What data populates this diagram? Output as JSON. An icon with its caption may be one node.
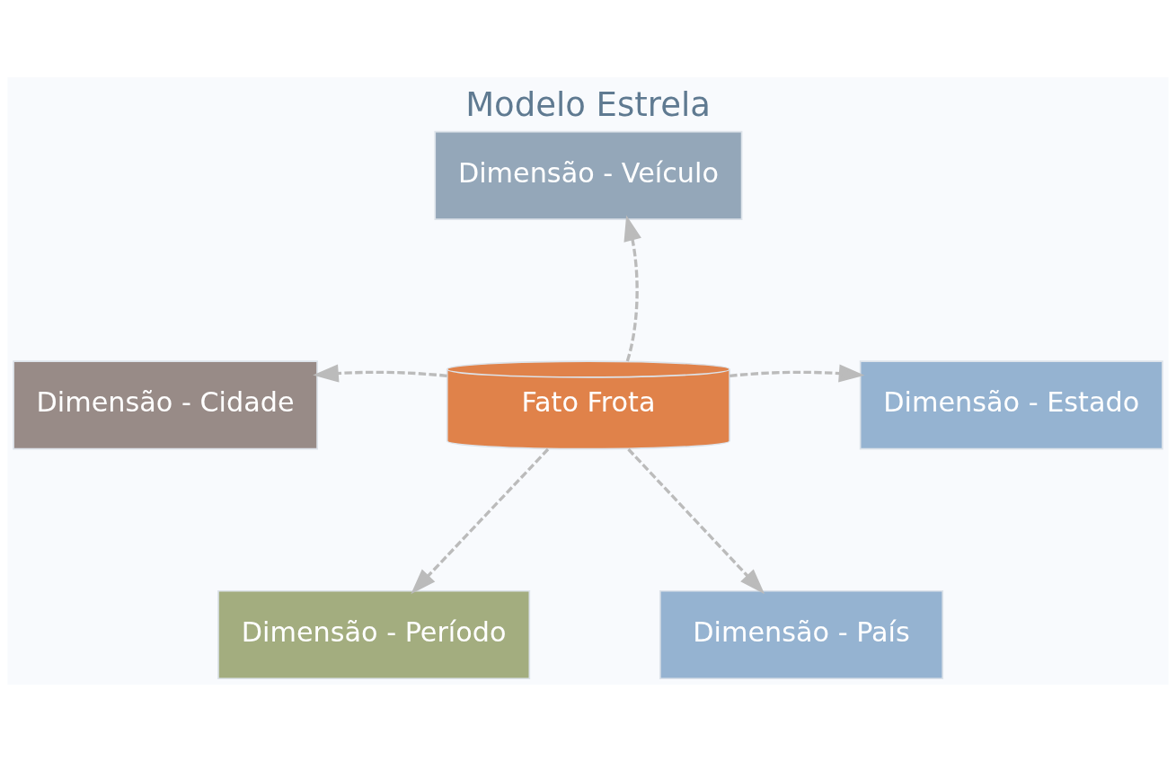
{
  "diagram": {
    "title": "Modelo Estrela",
    "nodes": [
      {
        "text": [
          "Dimensão - Veículo"
        ]
      },
      {
        "text": [
          "Dimensão - Cidade"
        ]
      },
      {
        "text": [
          "Fato Frota"
        ]
      },
      {
        "text": [
          "Dimensão - Estado"
        ]
      },
      {
        "text": [
          "Dimensão - Período"
        ]
      },
      {
        "text": [
          "Dimensão - País"
        ]
      }
    ],
    "edges": [
      {
        "from": 2,
        "to": 0,
        "arrow": "to",
        "style": "dashed"
      },
      {
        "from": 2,
        "to": 1,
        "arrow": "to",
        "style": "dashed"
      },
      {
        "from": 2,
        "to": 3,
        "arrow": "to",
        "style": "dashed"
      },
      {
        "from": 2,
        "to": 4,
        "arrow": "to",
        "style": "dashed"
      },
      {
        "from": 2,
        "to": 5,
        "arrow": "to",
        "style": "dashed"
      }
    ]
  }
}
